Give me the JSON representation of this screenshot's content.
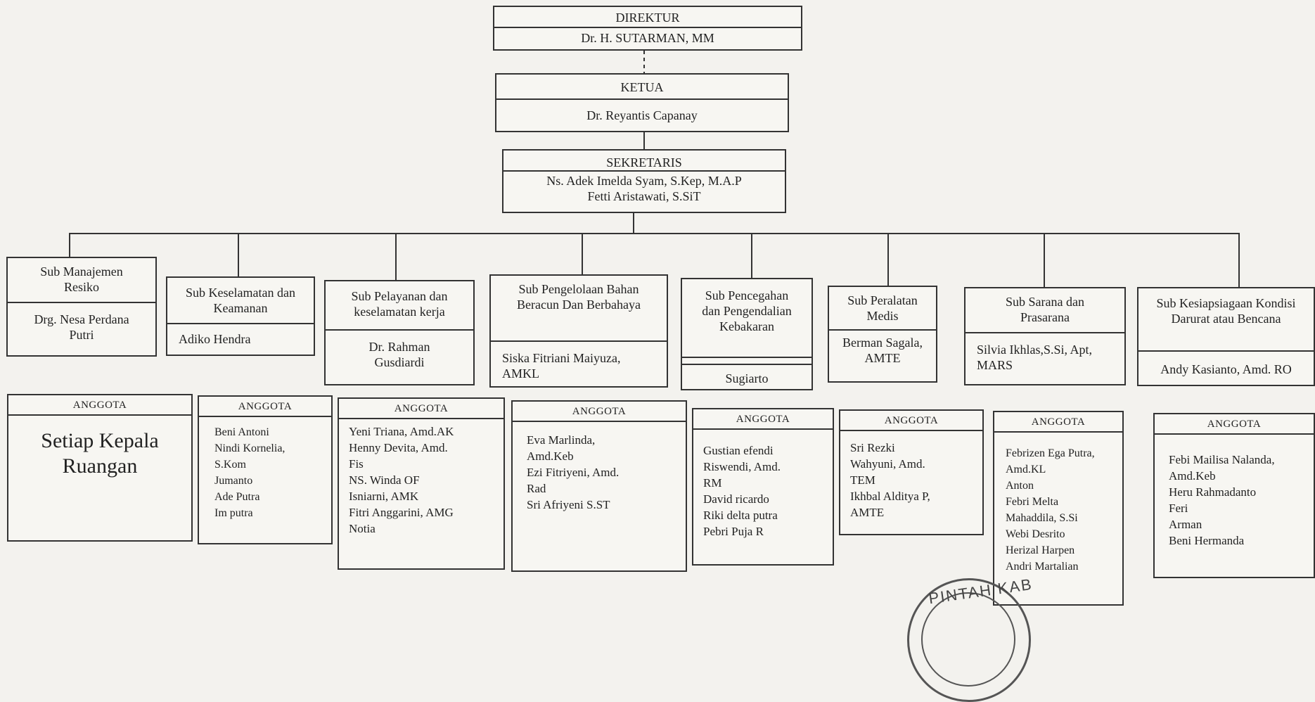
{
  "direktur": {
    "title": "DIREKTUR",
    "name": "Dr. H. SUTARMAN, MM"
  },
  "ketua": {
    "title": "KETUA",
    "name": "Dr. Reyantis Capanay"
  },
  "sekretaris": {
    "title": "SEKRETARIS",
    "names": [
      "Ns. Adek Imelda Syam, S.Kep, M.A.P",
      "Fetti Aristawati, S.SiT"
    ]
  },
  "subs": [
    {
      "title": "Sub Manajemen Resiko",
      "person": "Drg. Nesa Perdana Putri"
    },
    {
      "title": "Sub Keselamatan dan Keamanan",
      "person": "Adiko Hendra"
    },
    {
      "title": "Sub Pelayanan dan keselamatan kerja",
      "person": "Dr. Rahman Gusdiardi"
    },
    {
      "title": "Sub Pengelolaan Bahan Beracun Dan Berbahaya",
      "person": "Siska Fitriani Maiyuza, AMKL"
    },
    {
      "title": "Sub Pencegahan dan Pengendalian Kebakaran",
      "person": "Sugiarto"
    },
    {
      "title": "Sub Peralatan Medis",
      "person": "Berman Sagala, AMTE"
    },
    {
      "title": "Sub Sarana dan Prasarana",
      "person": "Silvia Ikhlas,S.Si, Apt, MARS"
    },
    {
      "title": "Sub Kesiapsiagaan Kondisi Darurat atau Bencana",
      "person": "Andy Kasianto, Amd. RO"
    }
  ],
  "anggota_label": "ANGGOTA",
  "members": [
    [
      "Setiap Kepala Ruangan"
    ],
    [
      "Beni Antoni",
      "Nindi Kornelia,",
      "S.Kom",
      "Jumanto",
      "Ade Putra",
      "Im putra"
    ],
    [
      "Yeni Triana, Amd.AK",
      "Henny Devita, Amd.",
      "Fis",
      "NS. Winda OF",
      "Isniarni, AMK",
      "Fitri Anggarini, AMG",
      "Notia"
    ],
    [
      "Eva Marlinda,",
      "Amd.Keb",
      "Ezi Fitriyeni, Amd.",
      "Rad",
      "Sri Afriyeni S.ST"
    ],
    [
      "Gustian efendi",
      "Riswendi, Amd.",
      "RM",
      "David ricardo",
      "Riki delta putra",
      "Pebri Puja R"
    ],
    [
      "Sri Rezki",
      "Wahyuni, Amd.",
      "TEM",
      "Ikhbal Alditya P,",
      "AMTE"
    ],
    [
      "Febrizen Ega Putra,",
      "Amd.KL",
      "Anton",
      "Febri Melta",
      "Mahaddila, S.Si",
      "Webi Desrito",
      "Herizal Harpen",
      "Andri Martalian"
    ],
    [
      "Febi Mailisa Nalanda,",
      "Amd.Keb",
      "Heru Rahmadanto",
      "Feri",
      "Arman",
      "Beni Hermanda"
    ]
  ],
  "seal_text": "PINTAH KAB"
}
